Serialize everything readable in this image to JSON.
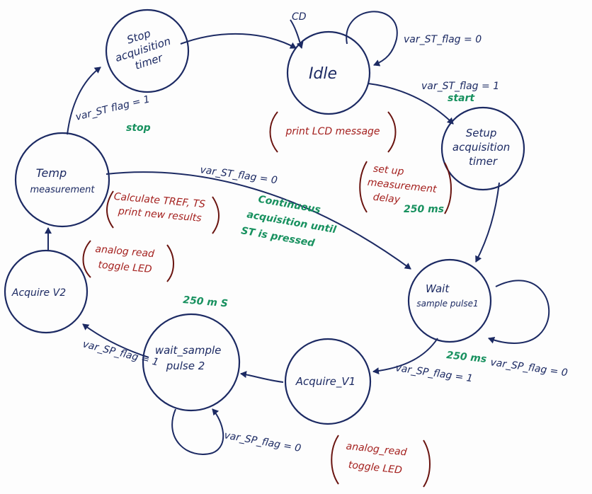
{
  "states": {
    "stop": [
      "Stop",
      "acquisition",
      "timer"
    ],
    "idle": "Idle",
    "setup": [
      "Setup",
      "acquisition",
      "timer"
    ],
    "wait1": [
      "Wait",
      "sample pulse1"
    ],
    "acq1": "Acquire_V1",
    "wait2": [
      "wait_sample",
      "pulse 2"
    ],
    "acq2": "Acquire V2",
    "temp": [
      "Temp",
      "measurement"
    ]
  },
  "initial_label": "CD",
  "transitions": {
    "idle_self": "var_ST_flag = 0",
    "idle_setup": "var_ST_flag = 1",
    "idle_setup_note": "start",
    "temp_stop": "var_ST flag = 1",
    "temp_stop_note": "stop",
    "temp_wait1": "var_ST_flag = 0",
    "wait1_self": "var_SP_flag = 0",
    "wait1_self_note": "250 ms",
    "wait1_acq1": "var_SP_flag = 1",
    "wait2_self": "var_SP_flag = 0",
    "wait2_acq2": "var_SP_flag = 1",
    "wait2_note": "250 m S"
  },
  "actions": {
    "idle": "print LCD message",
    "setup": [
      "set up",
      "measurement",
      "delay"
    ],
    "setup_time": "250 ms",
    "temp": [
      "Calculate TREF, TS",
      "print new results"
    ],
    "acq2": [
      "analog read",
      "toggle LED"
    ],
    "acq1": [
      "analog_read",
      "toggle LED"
    ]
  },
  "note_continuous": [
    "Continuous",
    "acquisition until",
    "ST is pressed"
  ],
  "colors": {
    "ink_blue": "#1c2a63",
    "ink_red": "#a4201e",
    "ink_green": "#18915f",
    "paren": "#6a1410"
  }
}
